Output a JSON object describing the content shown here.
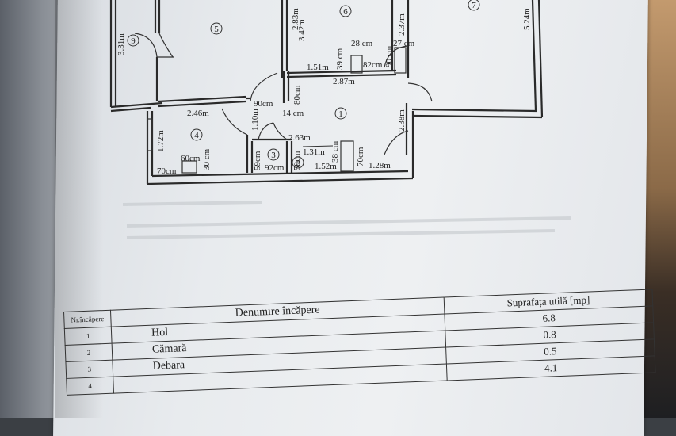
{
  "floorplan": {
    "room_numbers": [
      "1",
      "2",
      "3",
      "4",
      "5",
      "6",
      "7",
      "9"
    ],
    "dimensions": {
      "d_331": "3.31m",
      "d_342": "3.42m",
      "d_283": "2.83m",
      "d_237": "2.37m",
      "d_524": "5.24m",
      "d_28cm": "28 cm",
      "d_27cm": "27 cm",
      "d_151": "1.51m",
      "d_39cm": "39 cm",
      "d_82cm": "82cm",
      "d_90cm_v": "90 cm",
      "d_287": "2.87m",
      "d_246": "2.46m",
      "d_90cm": "90cm",
      "d_80cm": "80cm",
      "d_14cm": "14 cm",
      "d_238": "2.38m",
      "d_110": "1.10m",
      "d_172": "1.72m",
      "d_263": "2.63m",
      "d_131": "1.31m",
      "d_38cm": "38 cm",
      "d_60cm": "60cm",
      "d_30cm": "30 cm",
      "d_70cm_a": "70cm",
      "d_59cm_a": "59cm",
      "d_92cm": "92cm",
      "d_59cm_b": "59cm",
      "d_152": "1.52m",
      "d_70cm_b": "70cm",
      "d_128": "1.28m"
    }
  },
  "table": {
    "header": {
      "nr": "Nr.încăpere",
      "name": "Denumire încăpere",
      "area": "Suprafața utilă [mp]"
    },
    "rows": [
      {
        "nr": "1",
        "name": "Hol",
        "area": "6.8"
      },
      {
        "nr": "2",
        "name": "Cămară",
        "area": "0.8"
      },
      {
        "nr": "3",
        "name": "Debara",
        "area": "0.5"
      },
      {
        "nr": "4",
        "name": "",
        "area": "4.1"
      }
    ]
  }
}
